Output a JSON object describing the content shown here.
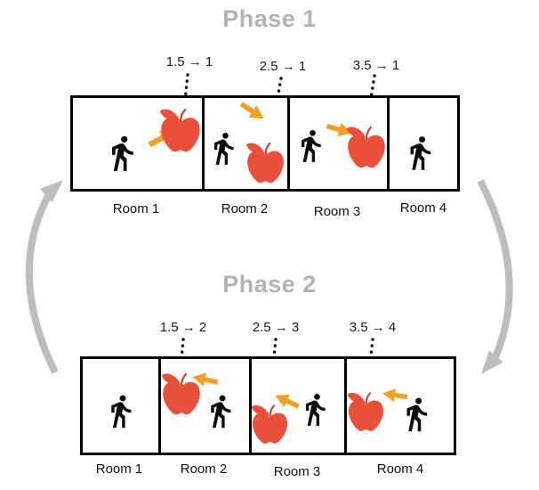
{
  "phase1": {
    "title": "Phase 1",
    "annotations": [
      "1.5 → 1",
      "2.5 → 1",
      "3.5 → 1"
    ],
    "room_labels": [
      "Room 1",
      "Room 2",
      "Room 3",
      "Room 4"
    ],
    "rooms": [
      {
        "label": "Room 1",
        "contents": [
          "person",
          "orange-arrow-toward-apple",
          "apple"
        ]
      },
      {
        "label": "Room 2",
        "contents": [
          "person",
          "orange-arrow-toward-apple",
          "apple"
        ]
      },
      {
        "label": "Room 3",
        "contents": [
          "person",
          "orange-arrow-toward-apple",
          "apple"
        ]
      },
      {
        "label": "Room 4",
        "contents": [
          "person"
        ]
      }
    ]
  },
  "phase2": {
    "title": "Phase 2",
    "annotations": [
      "1.5 → 2",
      "2.5 → 3",
      "3.5 → 4"
    ],
    "room_labels": [
      "Room 1",
      "Room 2",
      "Room 3",
      "Room 4"
    ],
    "rooms": [
      {
        "label": "Room 1",
        "contents": [
          "person"
        ]
      },
      {
        "label": "Room 2",
        "contents": [
          "apple",
          "orange-arrow-toward-apple",
          "person"
        ]
      },
      {
        "label": "Room 3",
        "contents": [
          "apple",
          "orange-arrow-toward-apple",
          "person"
        ]
      },
      {
        "label": "Room 4",
        "contents": [
          "apple",
          "orange-arrow-toward-apple",
          "person"
        ]
      }
    ]
  },
  "cycle": {
    "left_arrow_direction": "up",
    "right_arrow_direction": "down"
  },
  "icons": {
    "person": "walking-person-icon",
    "apple": "red-apple-icon",
    "arrow": "orange-arrow-icon",
    "connector": "dotted-line"
  },
  "colors": {
    "apple_red": "#e8503c",
    "stem_red": "#d2422e",
    "arrow_orange": "#f2a024",
    "cycle_gray": "#bdbdbd",
    "title_gray": "#b3b3b3",
    "person_black": "#0c0c0c",
    "line_black": "#161616"
  }
}
